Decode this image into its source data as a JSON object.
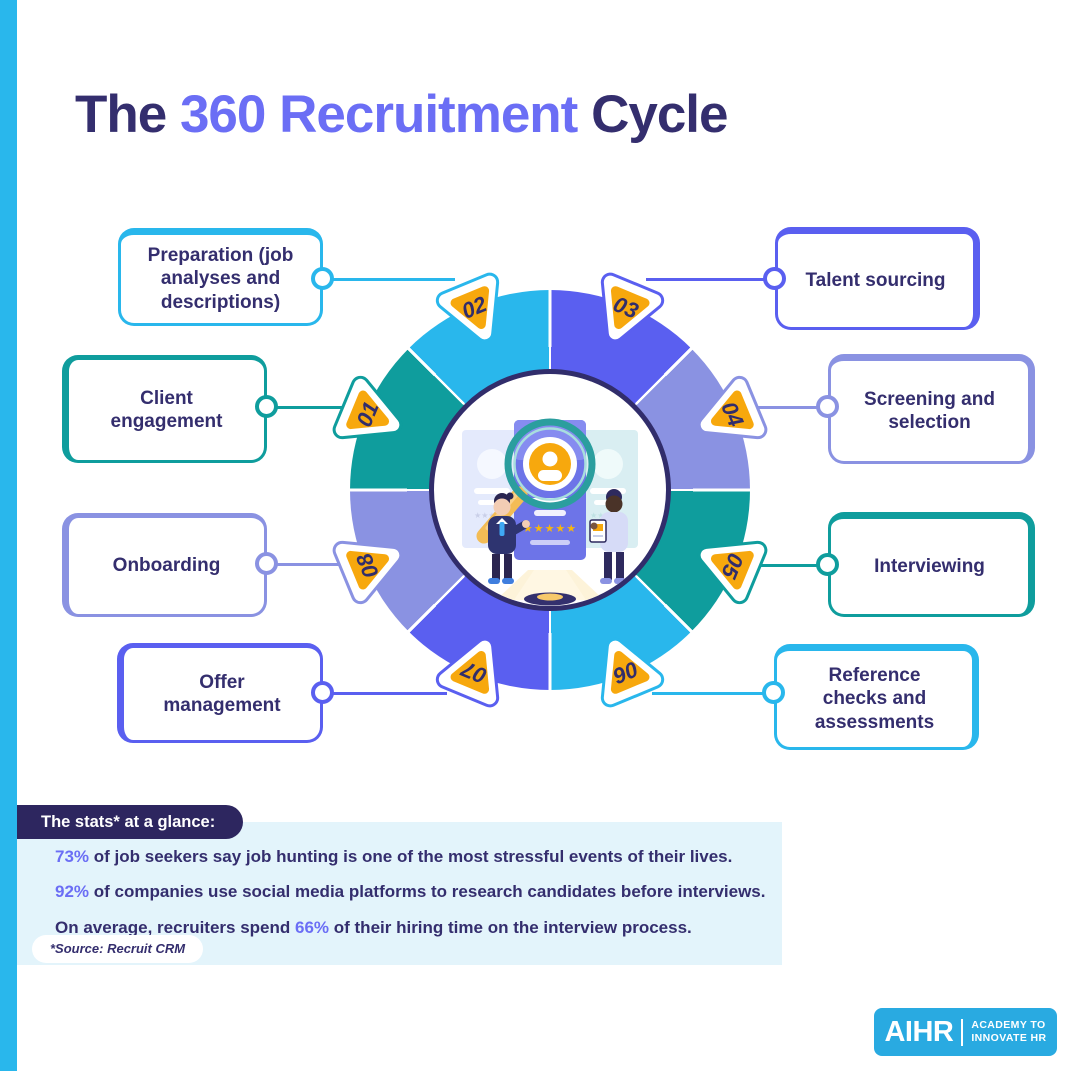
{
  "palette": {
    "cyan": "#29b7ec",
    "teal": "#0f9d9d",
    "indigo": "#5a5ff0",
    "periwinkle": "#8a92e2",
    "navy": "#342e6e",
    "title_blue": "#6b6ef5",
    "orange": "#f7a80d",
    "stats_header_bg": "#2d265f",
    "stats_panel_bg": "#e3f4fb",
    "logo_blue": "#29aae1"
  },
  "title": {
    "prefix": "The ",
    "highlight": "360 Recruitment",
    "suffix": " Cycle"
  },
  "steps": [
    {
      "num": "01",
      "label": "Client engagement",
      "color": "teal"
    },
    {
      "num": "02",
      "label": "Preparation (job analyses and descriptions)",
      "color": "cyan"
    },
    {
      "num": "03",
      "label": "Talent sourcing",
      "color": "indigo"
    },
    {
      "num": "04",
      "label": "Screening and selection",
      "color": "periwinkle"
    },
    {
      "num": "05",
      "label": "Interviewing",
      "color": "teal"
    },
    {
      "num": "06",
      "label": "Reference checks and assessments",
      "color": "cyan"
    },
    {
      "num": "07",
      "label": "Offer management",
      "color": "indigo"
    },
    {
      "num": "08",
      "label": "Onboarding",
      "color": "periwinkle"
    }
  ],
  "wheel": {
    "segment_colors_clockwise_from_top": [
      "indigo",
      "periwinkle",
      "teal",
      "cyan",
      "indigo",
      "periwinkle",
      "teal",
      "cyan"
    ]
  },
  "stats": {
    "header": "The stats* at a glance:",
    "lines": [
      {
        "pre": "",
        "highlight": "73%",
        "post": " of job seekers say job hunting is one of the most stressful events of their lives."
      },
      {
        "pre": "",
        "highlight": "92%",
        "post": " of companies use social media platforms to research candidates before interviews."
      },
      {
        "pre": "On average, recruiters spend ",
        "highlight": "66%",
        "post": " of their hiring time on the interview process."
      }
    ],
    "source": "*Source: Recruit CRM"
  },
  "logo": {
    "brand": "AIHR",
    "tagline_line1": "ACADEMY TO",
    "tagline_line2": "INNOVATE HR"
  }
}
